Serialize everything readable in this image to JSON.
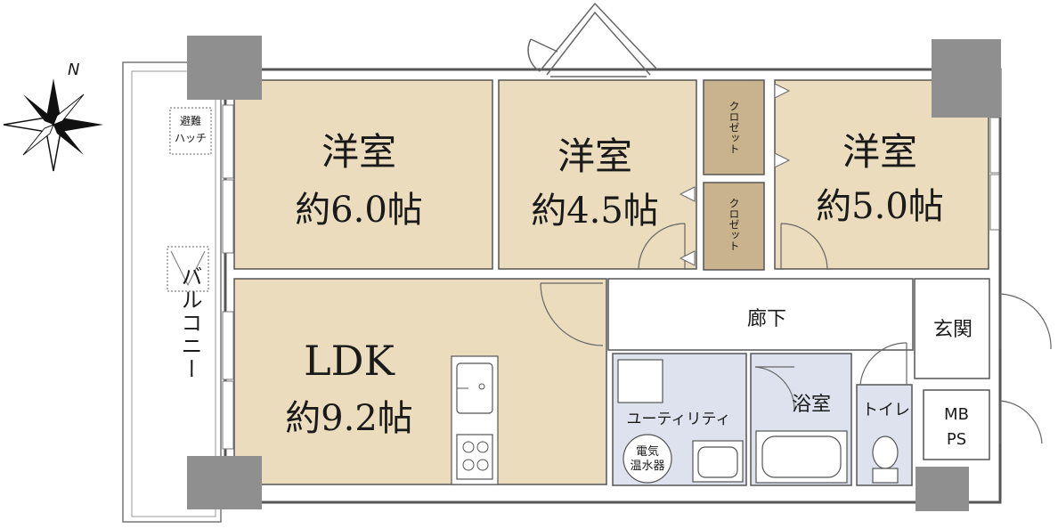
{
  "compass": {
    "north_label": "N"
  },
  "rooms": {
    "western_room_1": {
      "name": "洋室",
      "size": "約6.0帖"
    },
    "western_room_2": {
      "name": "洋室",
      "size": "約4.5帖"
    },
    "western_room_3": {
      "name": "洋室",
      "size": "約5.0帖"
    },
    "ldk": {
      "name": "LDK",
      "size": "約9.2帖"
    },
    "closet_1": {
      "name": "クロゼット"
    },
    "closet_2": {
      "name": "クロゼット"
    },
    "hallway": {
      "name": "廊下"
    },
    "entrance": {
      "name": "玄関"
    },
    "utility": {
      "name": "ユーティリティ"
    },
    "bathroom": {
      "name": "浴室"
    },
    "toilet": {
      "name": "トイレ"
    },
    "mbps": {
      "line1": "MB",
      "line2": "PS"
    }
  },
  "balcony": {
    "name": "バルコニー"
  },
  "evacuation_hatch": {
    "line1": "避難",
    "line2": "ハッチ"
  },
  "water_heater": {
    "line1": "電気",
    "line2": "温水器"
  },
  "colors": {
    "room_fill": "#eadcbd",
    "closet_fill": "#c9b38c",
    "wet_area_fill": "#dde2ee",
    "column_fill": "#8f8f8f",
    "wall_stroke": "#555555"
  }
}
